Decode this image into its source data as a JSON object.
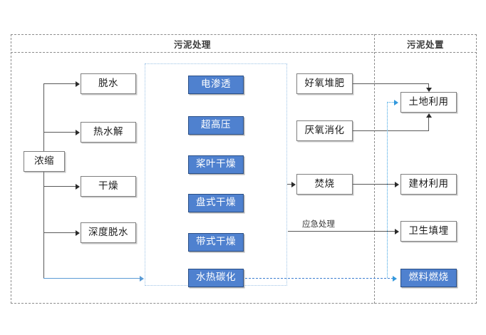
{
  "diagram": {
    "sections": [
      {
        "key": "treatment",
        "title": "污泥处理"
      },
      {
        "key": "disposal",
        "title": "污泥处置"
      }
    ],
    "nodes": {
      "thicken": {
        "label": "浓缩"
      },
      "dewater": {
        "label": "脱水"
      },
      "thermal_hydro": {
        "label": "热水解"
      },
      "drying": {
        "label": "干燥"
      },
      "deep_dewater": {
        "label": "深度脱水"
      },
      "electro": {
        "label": "电渗透"
      },
      "ultra_pressure": {
        "label": "超高压"
      },
      "paddle_dry": {
        "label": "桨叶干燥"
      },
      "disc_dry": {
        "label": "盘式干燥"
      },
      "belt_dry": {
        "label": "带式干燥"
      },
      "hydrothermal": {
        "label": "水热碳化"
      },
      "aerobic": {
        "label": "好氧堆肥"
      },
      "anaerobic": {
        "label": "厌氧消化"
      },
      "incineration": {
        "label": "焚烧"
      },
      "land_use": {
        "label": "土地利用"
      },
      "building_mat": {
        "label": "建材利用"
      },
      "landfill": {
        "label": "卫生填埋"
      },
      "fuel_burn": {
        "label": "燃料燃烧"
      }
    },
    "edge_labels": {
      "emergency": "应急处理"
    },
    "colors": {
      "node_blue_fill": "#4f81cf",
      "node_blue_border": "#2a4f86",
      "node_plain_border": "#7f7f7f",
      "frame_dash": "#8c8c8c",
      "inner_panel": "#9dc3e6",
      "connector": "#595959",
      "dotted_blue": "#3aa3e3",
      "dashed_blue": "#3d7fd0"
    }
  }
}
